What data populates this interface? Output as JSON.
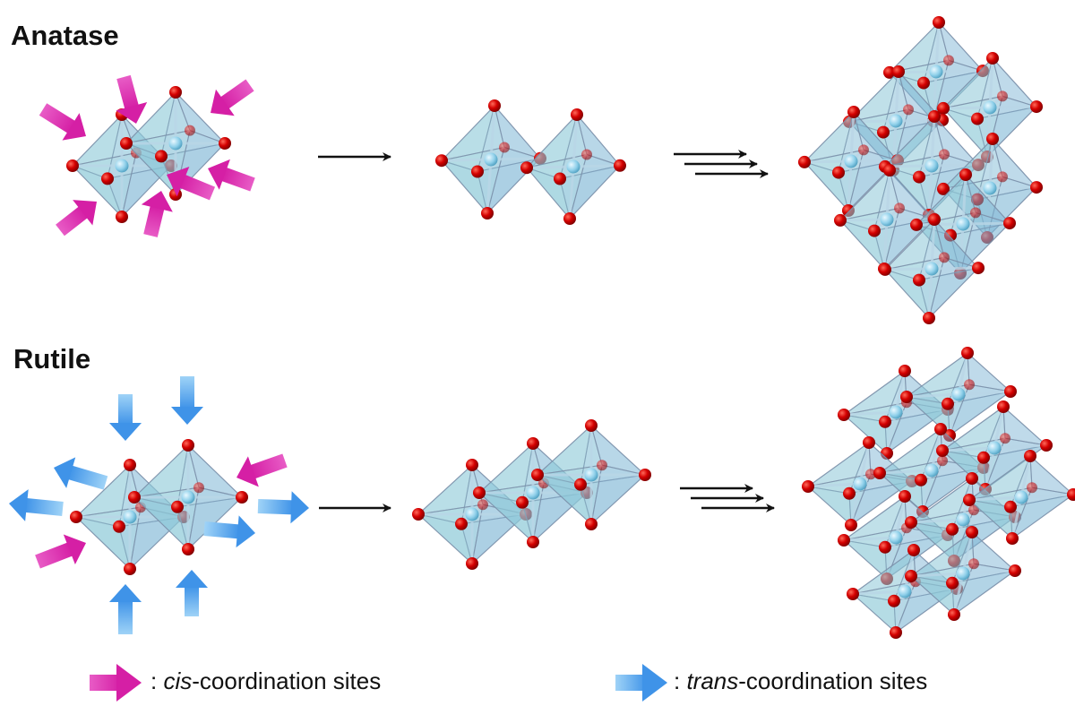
{
  "rows": {
    "anatase": {
      "title": "Anatase"
    },
    "rutile": {
      "title": "Rutile"
    }
  },
  "legend": {
    "cis": {
      "prefix": ": ",
      "italic": "cis",
      "suffix": "-coordination sites",
      "color": "#e03ab4"
    },
    "trans": {
      "prefix": ": ",
      "italic": "trans",
      "suffix": "-coordination sites",
      "color": "#5aa8f0"
    }
  },
  "colors": {
    "octahedron_fill": "#8ec9d8",
    "octahedron_edge": "#7a8fa8",
    "oxygen": "#d40000",
    "titanium": "#8fd0ea",
    "arrow": "#111111",
    "cis_arrow": "#e03ab4",
    "trans_arrow": "#5aa8f0"
  },
  "icons": {
    "oxygen_atom": "oxygen-atom-icon",
    "titanium_atom": "titanium-atom-icon",
    "cis_site": "cis-arrow-icon",
    "trans_site": "trans-arrow-icon",
    "reaction_step": "reaction-arrow-icon",
    "polymerization": "multi-arrow-icon"
  }
}
